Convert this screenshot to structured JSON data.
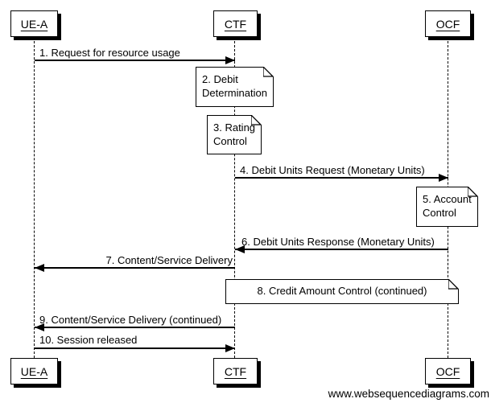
{
  "diagram": {
    "watermark": "www.websequencediagrams.com",
    "colors": {
      "line": "#000000",
      "background": "#ffffff",
      "note_fill": "#ffffff"
    },
    "actors": [
      {
        "id": "ue-a",
        "label": "UE-A"
      },
      {
        "id": "ctf",
        "label": "CTF"
      },
      {
        "id": "ocf",
        "label": "OCF"
      }
    ],
    "messages": [
      {
        "num": 1,
        "label": "1. Request for resource usage",
        "from": "UE-A",
        "to": "CTF"
      },
      {
        "num": 4,
        "label": "4. Debit Units Request (Monetary Units)",
        "from": "CTF",
        "to": "OCF"
      },
      {
        "num": 6,
        "label": "6. Debit Units Response (Monetary Units)",
        "from": "OCF",
        "to": "CTF"
      },
      {
        "num": 7,
        "label": "7. Content/Service Delivery",
        "from": "CTF",
        "to": "UE-A"
      },
      {
        "num": 9,
        "label": "9. Content/Service Delivery (continued)",
        "from": "CTF",
        "to": "UE-A"
      },
      {
        "num": 10,
        "label": "10. Session released",
        "from": "UE-A",
        "to": "CTF"
      }
    ],
    "notes": [
      {
        "num": 2,
        "over": "CTF",
        "lines": [
          "2. Debit",
          "Determination"
        ]
      },
      {
        "num": 3,
        "over": "CTF",
        "lines": [
          "3. Rating",
          "Control"
        ]
      },
      {
        "num": 5,
        "over": "OCF",
        "lines": [
          "5. Account",
          "Control"
        ]
      },
      {
        "num": 8,
        "over": "CTF,OCF",
        "lines": [
          "8. Credit Amount Control (continued)"
        ]
      }
    ]
  }
}
